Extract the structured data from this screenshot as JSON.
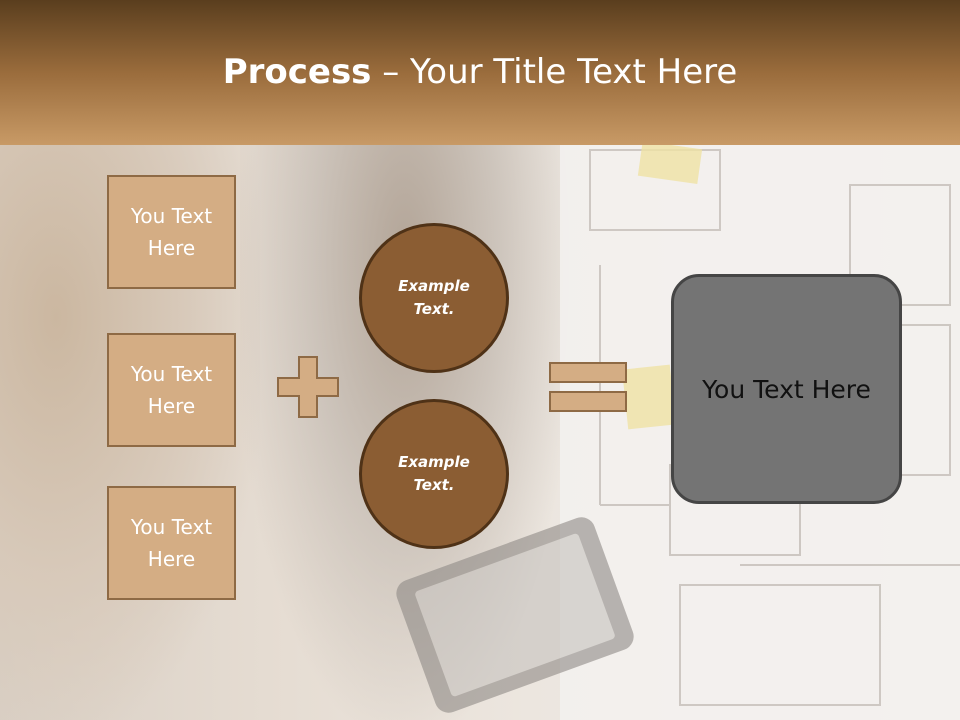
{
  "slide": {
    "title_bold": "Process",
    "title_rest": " – Your Title Text Here",
    "left_boxes": [
      "You Text Here",
      "You Text Here",
      "You Text Here"
    ],
    "circles": [
      "Example Text.",
      "Example Text."
    ],
    "result_text": "You Text Here",
    "colors": {
      "header_dark": "#5a3e1e",
      "header_light": "#c89a66",
      "box_fill": "#d4ad84",
      "box_border": "#8e6a45",
      "circle_fill": "#8b5d33",
      "circle_border": "#4f3217",
      "result_fill": "#747474",
      "result_border": "#454545"
    },
    "icons": {
      "plus": "plus-icon",
      "equals": "equals-icon"
    }
  }
}
